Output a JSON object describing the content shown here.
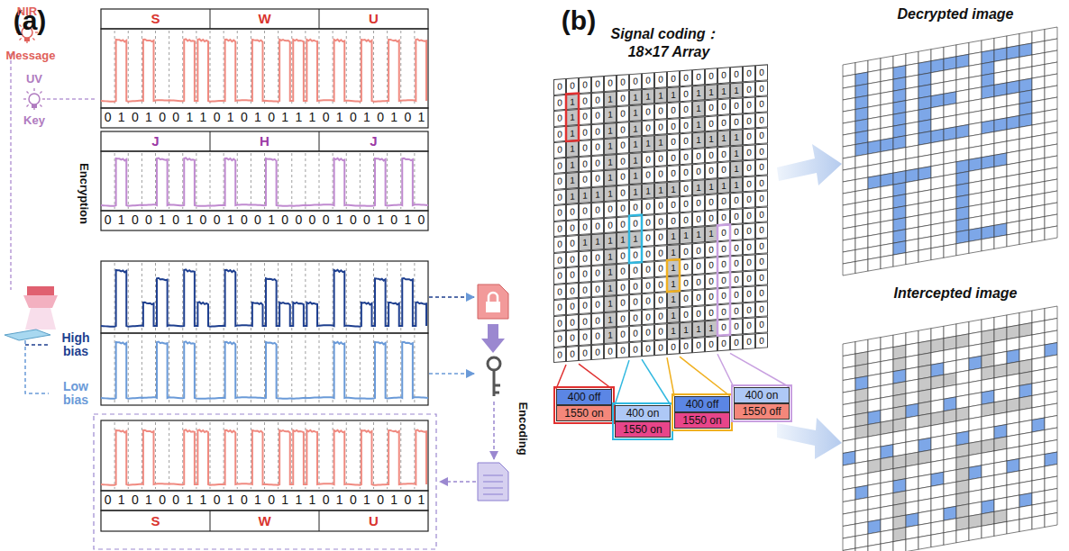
{
  "diagram": {
    "nodes": [
      {
        "text": [
          "400 off"
        ]
      },
      {
        "text": [
          "1550 on"
        ]
      },
      {
        "text": [
          "400 on"
        ]
      },
      {
        "text": [
          "1550 on"
        ]
      },
      {
        "text": [
          "400 off"
        ]
      },
      {
        "text": [
          "1550 on"
        ]
      },
      {
        "text": [
          "400 on"
        ]
      },
      {
        "text": [
          "1550 off"
        ]
      }
    ],
    "labels": [
      "(a)",
      "S",
      "W",
      "U",
      "NIR",
      "Message",
      "UV",
      "Key",
      "0",
      "1",
      "0",
      "1",
      "0",
      "0",
      "1",
      "1",
      "0",
      "1",
      "0",
      "1",
      "0",
      "1",
      "1",
      "1",
      "0",
      "1",
      "0",
      "1",
      "0",
      "1",
      "0",
      "1",
      "J",
      "H",
      "J",
      "0",
      "1",
      "0",
      "0",
      "1",
      "0",
      "1",
      "0",
      "0",
      "1",
      "0",
      "0",
      "1",
      "0",
      "0",
      "0",
      "0",
      "1",
      "0",
      "0",
      "1",
      "0",
      "1",
      "0",
      "Encryption",
      "High bias",
      "Low bias",
      "Encoding",
      "0",
      "1",
      "0",
      "1",
      "0",
      "0",
      "1",
      "1",
      "0",
      "1",
      "0",
      "1",
      "0",
      "1",
      "1",
      "1",
      "0",
      "1",
      "0",
      "1",
      "0",
      "1",
      "0",
      "1",
      "S",
      "W",
      "U",
      "(b)",
      "Signal coding：",
      "18×17 Array",
      "0",
      "0",
      "0",
      "0",
      "0",
      "0",
      "0",
      "0",
      "0",
      "0",
      "0",
      "0",
      "0",
      "0",
      "0",
      "0",
      "0",
      "0",
      "1",
      "0",
      "0",
      "1",
      "0",
      "1",
      "1",
      "1",
      "1",
      "0",
      "1",
      "1",
      "1",
      "1",
      "0",
      "0",
      "0",
      "1",
      "0",
      "0",
      "1",
      "0",
      "1",
      "0",
      "0",
      "0",
      "0",
      "1",
      "0",
      "0",
      "0",
      "0",
      "0",
      "0",
      "1",
      "0",
      "0",
      "1",
      "0",
      "1",
      "0",
      "0",
      "0",
      "0",
      "1",
      "0",
      "0",
      "0",
      "0",
      "0",
      "0",
      "1",
      "0",
      "0",
      "1",
      "0",
      "1",
      "1",
      "1",
      "0",
      "0",
      "1",
      "1",
      "1",
      "1",
      "0",
      "0",
      "0",
      "1",
      "0",
      "0",
      "1",
      "0",
      "1",
      "0",
      "0",
      "0",
      "0",
      "0",
      "0",
      "0",
      "1",
      "0",
      "0",
      "0",
      "1",
      "0",
      "0",
      "1",
      "0",
      "1",
      "0",
      "0",
      "0",
      "0",
      "0",
      "0",
      "0",
      "1",
      "0",
      "0",
      "0",
      "1",
      "1",
      "1",
      "1",
      "0",
      "1",
      "1",
      "1",
      "1",
      "0",
      "1",
      "1",
      "1",
      "1",
      "0",
      "0",
      "0",
      "0",
      "0",
      "0",
      "0",
      "0",
      "0",
      "0",
      "0",
      "0",
      "0",
      "0",
      "0",
      "0",
      "0",
      "0",
      "0",
      "0",
      "0",
      "0",
      "0",
      "0",
      "0",
      "0",
      "0",
      "0",
      "0",
      "0",
      "0",
      "0",
      "0",
      "0",
      "0",
      "0",
      "0",
      "0",
      "1",
      "1",
      "1",
      "1",
      "1",
      "0",
      "0",
      "1",
      "1",
      "1",
      "1",
      "0",
      "0",
      "0",
      "0",
      "0",
      "0",
      "0",
      "0",
      "1",
      "0",
      "0",
      "0",
      "0",
      "1",
      "0",
      "0",
      "0",
      "0",
      "0",
      "0",
      "0",
      "0",
      "0",
      "0",
      "0",
      "1",
      "0",
      "0",
      "0",
      "0",
      "1",
      "0",
      "0",
      "0",
      "0",
      "0",
      "0",
      "0",
      "0",
      "0",
      "0",
      "0",
      "1",
      "0",
      "0",
      "0",
      "0",
      "1",
      "0",
      "0",
      "0",
      "0",
      "0",
      "0",
      "0",
      "0",
      "0",
      "0",
      "0",
      "1",
      "0",
      "0",
      "0",
      "0",
      "1",
      "0",
      "0",
      "0",
      "0",
      "0",
      "0",
      "0",
      "0",
      "0",
      "0",
      "0",
      "1",
      "0",
      "0",
      "0",
      "0",
      "1",
      "0",
      "0",
      "0",
      "0",
      "0",
      "0",
      "0",
      "0",
      "0",
      "0",
      "0",
      "1",
      "0",
      "0",
      "0",
      "0",
      "1",
      "1",
      "1",
      "1",
      "0",
      "0",
      "0",
      "0",
      "0",
      "0",
      "0",
      "0",
      "0",
      "0",
      "0",
      "0",
      "0",
      "0",
      "0",
      "0",
      "0",
      "0",
      "0",
      "0",
      "0",
      "Decrypted image",
      "Intercepted image"
    ]
  }
}
